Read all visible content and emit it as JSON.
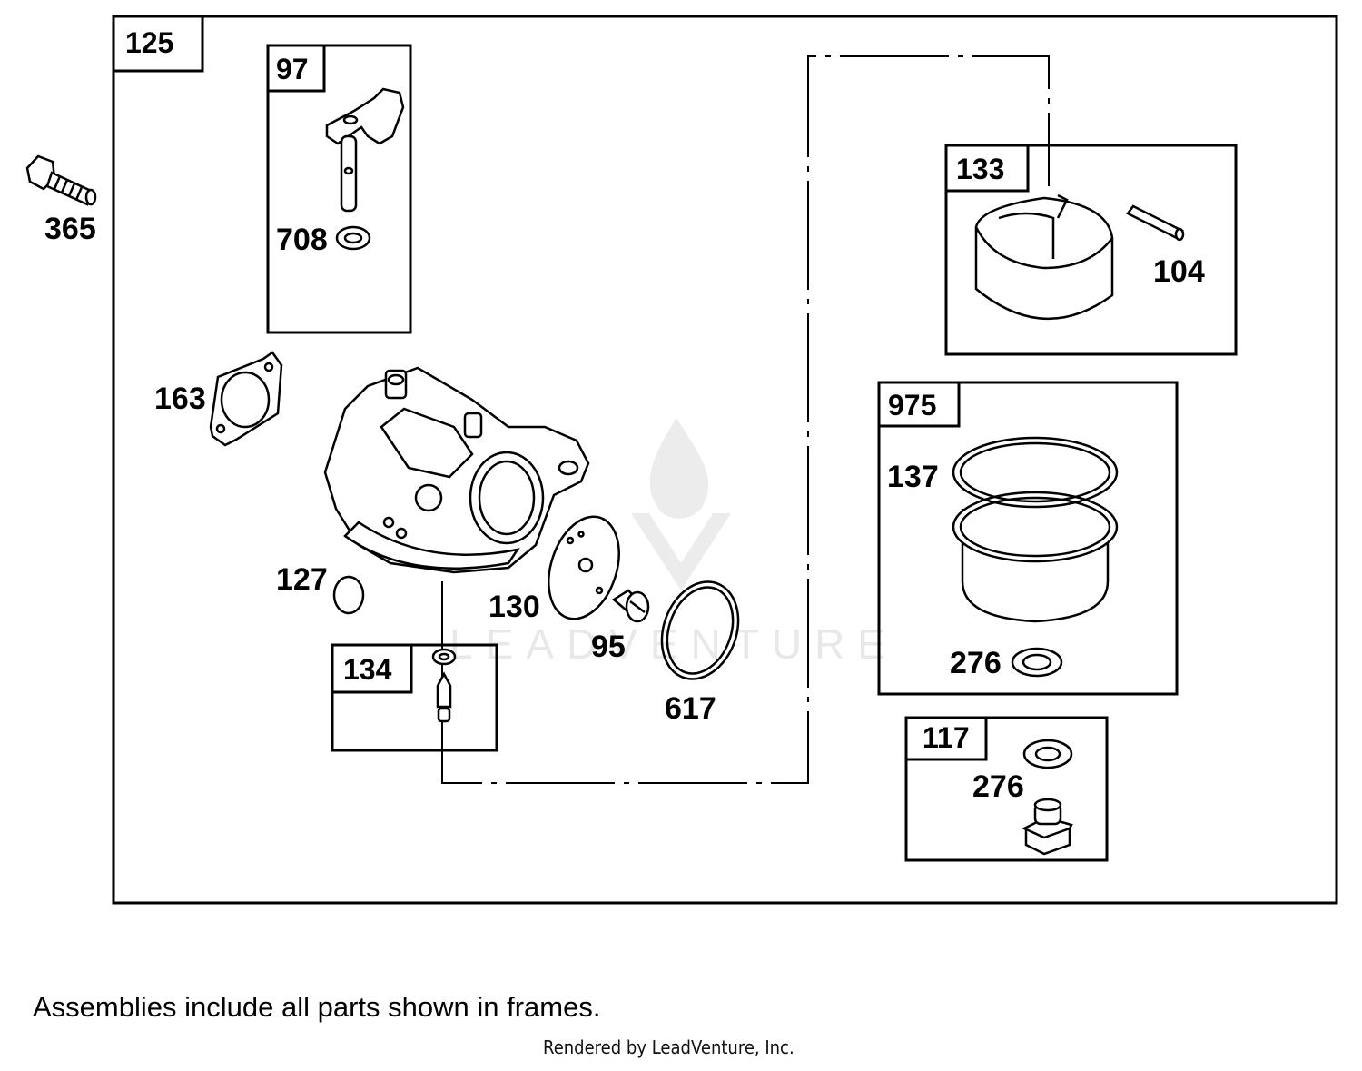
{
  "frames": {
    "carburetor_assembly": "125",
    "throttle_shaft_kit": "97",
    "float_kit": "133",
    "fuel_bowl_kit": "975",
    "inlet_needle_kit": "134",
    "bowl_nut_kit": "117"
  },
  "parts": {
    "bolt": "365",
    "throttle_seal": "708",
    "gasket_163": "163",
    "welch_plug": "127",
    "choke_plate": "130",
    "jet": "95",
    "gasket_617": "617",
    "float_pin": "104",
    "bowl_gasket": "137",
    "washer_975": "276",
    "washer_117": "276"
  },
  "footer": {
    "note": "Assemblies include all parts shown in frames.",
    "credit": "Rendered by LeadVenture, Inc."
  },
  "watermark": "LEADVENTURE"
}
